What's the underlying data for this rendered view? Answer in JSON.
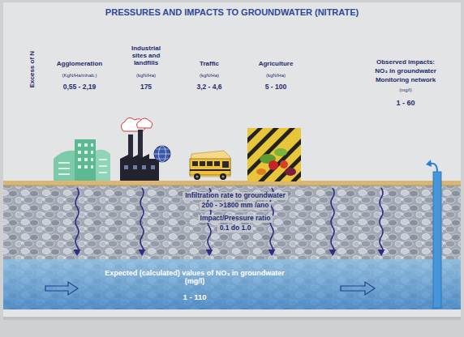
{
  "diagram": {
    "title": "PRESSURES AND IMPACTS TO GROUNDWATER (NITRATE)",
    "nodes": [
      {
        "text": [
          "Infiltration rate to groundwater",
          "200 - >1800 mm /ano",
          "Impact/Pressure ratio",
          "0.1 do 1.0"
        ]
      },
      {
        "text": [
          "Expected (calculated) values of NO₃ in groundwater (mg/l)",
          "1 - 110"
        ]
      }
    ],
    "labels": [
      "Excess of N",
      "Agglomeration",
      "(KgN/Ha/inhab.)",
      "0,55 - 2,19",
      "Industrial sites and landfills",
      "(kgN/Ha)",
      "175",
      "Traffic",
      "(kgN/Ha)",
      "3,2 - 4,6",
      "Agriculture",
      "(kgN/Ha)",
      "5 - 100",
      "Observed impacts:",
      "NO₃ in groundwater",
      "Monitoring network",
      "(mg/l)",
      "1 - 60"
    ]
  }
}
